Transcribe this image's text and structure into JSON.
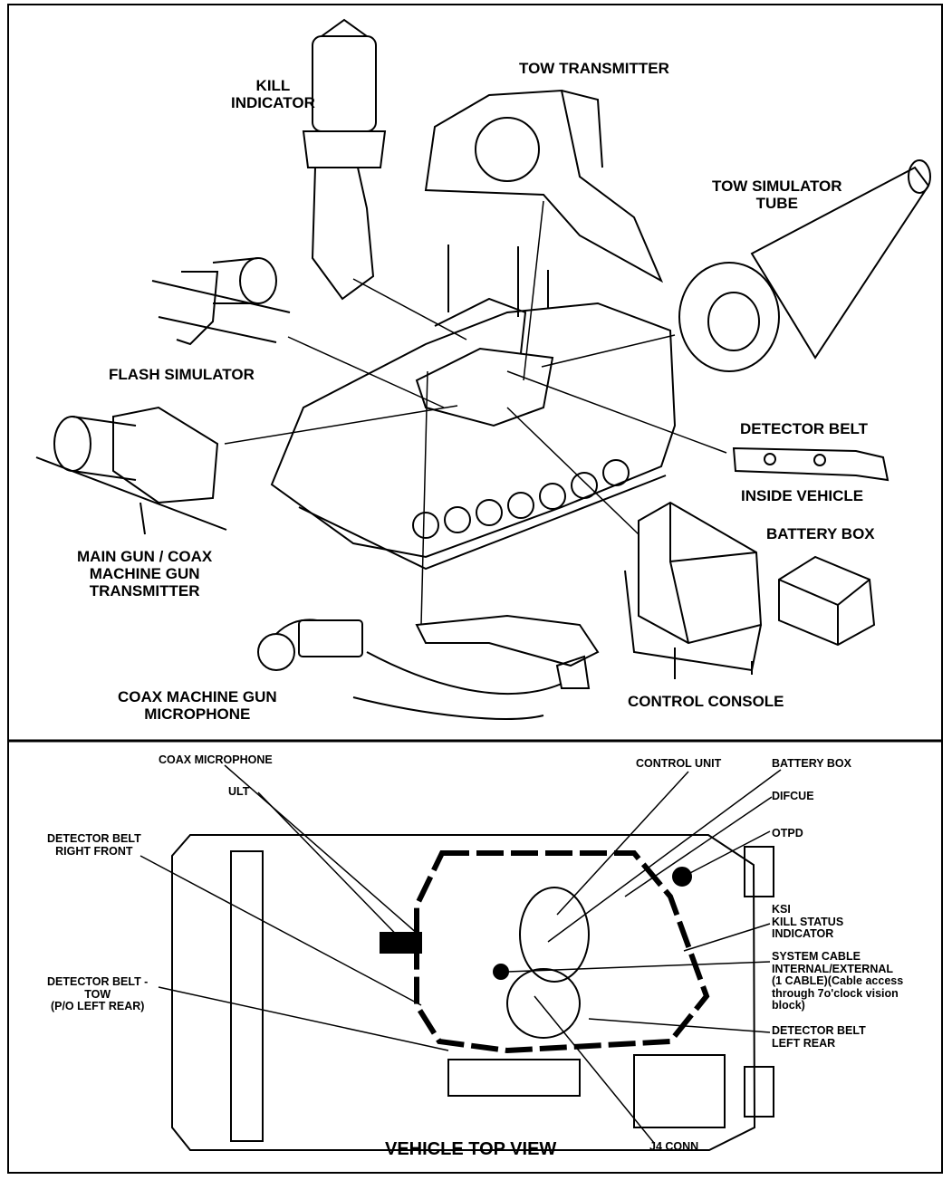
{
  "top_labels": {
    "kill_indicator": [
      "KILL",
      "INDICATOR"
    ],
    "tow_transmitter": "TOW TRANSMITTER",
    "tow_simulator_tube": [
      "TOW SIMULATOR",
      "TUBE"
    ],
    "flash_simulator": "FLASH SIMULATOR",
    "detector_belt": "DETECTOR BELT",
    "inside_vehicle": "INSIDE VEHICLE",
    "battery_box": "BATTERY BOX",
    "main_gun": [
      "MAIN GUN / COAX",
      "MACHINE GUN",
      "TRANSMITTER"
    ],
    "coax_mg_microphone": [
      "COAX MACHINE GUN",
      "MICROPHONE"
    ],
    "control_console": "CONTROL CONSOLE"
  },
  "bottom_labels": {
    "coax_microphone": "COAX MICROPHONE",
    "ult": "ULT",
    "detector_belt_right_front": [
      "DETECTOR BELT",
      "RIGHT FRONT"
    ],
    "detector_belt_tow": [
      "DETECTOR BELT -",
      "TOW",
      "(P/O LEFT REAR)"
    ],
    "control_unit": "CONTROL UNIT",
    "battery_box": "BATTERY BOX",
    "difcue": "DIFCUE",
    "otpd": "OTPD",
    "ksi": [
      "KSI",
      "KILL STATUS",
      "INDICATOR"
    ],
    "system_cable": [
      "SYSTEM CABLE",
      "INTERNAL/EXTERNAL",
      "(1 CABLE)(Cable access",
      "through 7o'clock vision",
      "block)"
    ],
    "detector_belt_left_rear": [
      "DETECTOR BELT",
      "LEFT REAR"
    ],
    "j4_conn": "J4 CONN",
    "vehicle_top_view": "VEHICLE TOP VIEW"
  }
}
